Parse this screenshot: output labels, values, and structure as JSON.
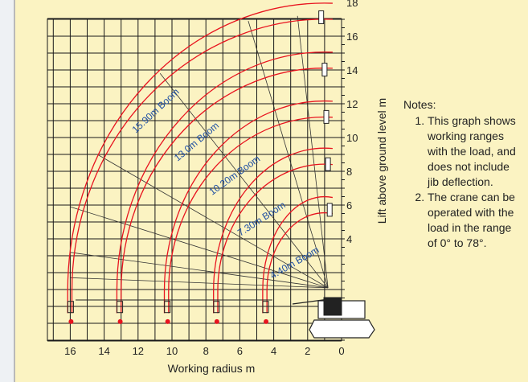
{
  "chart": {
    "x_ticks": [
      "16",
      "14",
      "12",
      "10",
      "8",
      "6",
      "4",
      "2",
      "0"
    ],
    "y_ticks": [
      "4",
      "6",
      "8",
      "10",
      "12",
      "14",
      "16",
      "18"
    ],
    "xlabel": "Working radius   m",
    "ylabel": "Lift above ground level   m",
    "booms": [
      "15.90m Boom",
      "13.0m Boom",
      "10.20m Boom",
      "7.30m Boom",
      "4.40m Boom"
    ],
    "colors": {
      "grid": "#1a1a1a",
      "arcs": "#e8141f",
      "labels": "#1f4fa3",
      "background": "#fbf3c2"
    }
  },
  "notes": {
    "title": "Notes:",
    "items": [
      "This graph shows working ranges with the load, and does not include jib deflection.",
      "The crane can be operated with the load in the range of 0° to 78°."
    ]
  }
}
